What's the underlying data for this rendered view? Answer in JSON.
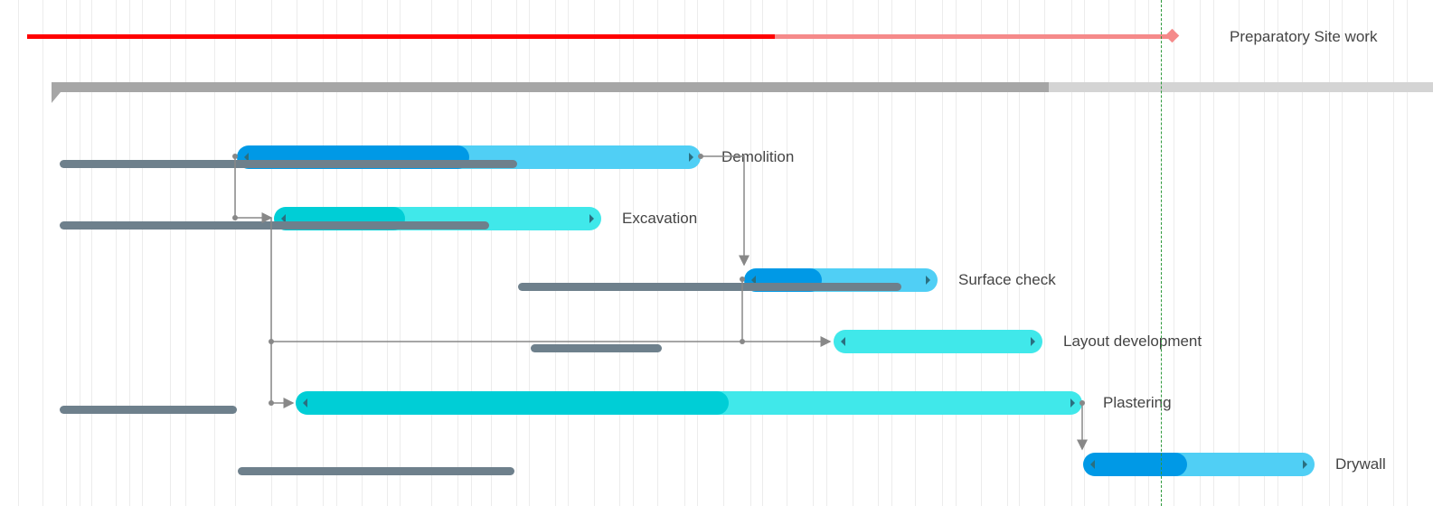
{
  "colors": {
    "blue": "#50cff5",
    "blue_progress": "#0099e6",
    "cyan": "#40e8ea",
    "cyan_progress": "#00ced6",
    "baseline": "#6e808c",
    "critical": "#ff0000",
    "critical_rest": "#f58a8a",
    "summary": "#a6a6a6",
    "summary_rest": "#d4d4d4",
    "today": "#2e9a3c"
  },
  "summary_task": {
    "label": "Preparatory Site work",
    "progress_percent": 65
  },
  "group_bar": {
    "progress_percent": 73
  },
  "tasks": [
    {
      "label": "Demolition",
      "progress_percent": 50,
      "style": "blue"
    },
    {
      "label": "Excavation",
      "progress_percent": 40,
      "style": "cyan"
    },
    {
      "label": "Surface check",
      "progress_percent": 40,
      "style": "blue"
    },
    {
      "label": "Layout development",
      "progress_percent": 0,
      "style": "cyan"
    },
    {
      "label": "Plastering",
      "progress_percent": 55,
      "style": "cyan"
    },
    {
      "label": "Drywall",
      "progress_percent": 45,
      "style": "blue"
    }
  ]
}
